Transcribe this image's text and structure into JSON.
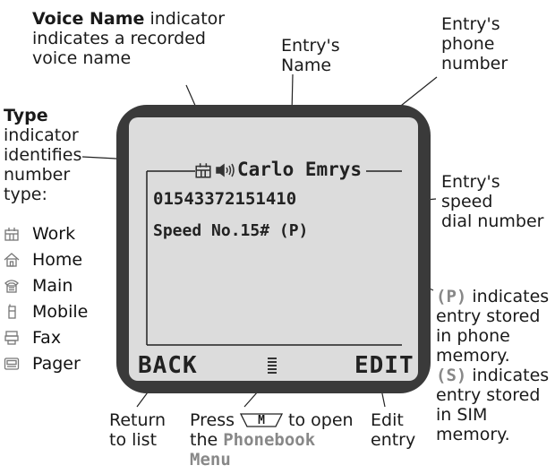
{
  "callouts": {
    "voice_name_bold": "Voice Name",
    "voice_name_rest1": " indicator",
    "voice_name_rest2": "indicates a recorded",
    "voice_name_rest3": "voice name",
    "name_line1": "Entry's",
    "name_line2": "Name",
    "phone_line1": "Entry's phone",
    "phone_line2": "number",
    "type_title": "Type",
    "type_lines": [
      "indicator",
      "identifies",
      "number",
      "type:"
    ],
    "speed_line1": "Entry's speed",
    "speed_line2": "dial number",
    "p_code": "(P)",
    "p_rest1": " indicates",
    "p_rest2": "entry stored",
    "p_rest3": "in phone",
    "p_rest4": "memory.",
    "s_code": "(S)",
    "s_rest1": " indicates",
    "s_rest2": "entry stored",
    "s_rest3": "in SIM",
    "s_rest4": "memory.",
    "back_line1": "Return",
    "back_line2": "to list",
    "menu_line1_a": "Press",
    "menu_key": "M",
    "menu_line1_b": "to open",
    "menu_line2_a": "the ",
    "menu_line2_b": "Phonebook",
    "menu_line3": "Menu",
    "edit_line1": "Edit",
    "edit_line2": "entry"
  },
  "number_types": [
    {
      "label": "Work",
      "icon": "work-icon"
    },
    {
      "label": "Home",
      "icon": "home-icon"
    },
    {
      "label": "Main",
      "icon": "main-phone-icon"
    },
    {
      "label": "Mobile",
      "icon": "mobile-icon"
    },
    {
      "label": "Fax",
      "icon": "fax-icon"
    },
    {
      "label": "Pager",
      "icon": "pager-icon"
    }
  ],
  "screen": {
    "entry_name": "Carlo Emrys",
    "phone_number": "01543372151410",
    "speed_label": "Speed No.15# (P)",
    "softkey_left": "BACK",
    "softkey_right": "EDIT"
  },
  "colors": {
    "system_text": "#888888",
    "bezel": "#3a3a3a",
    "lcd": "#dcdcdc"
  }
}
